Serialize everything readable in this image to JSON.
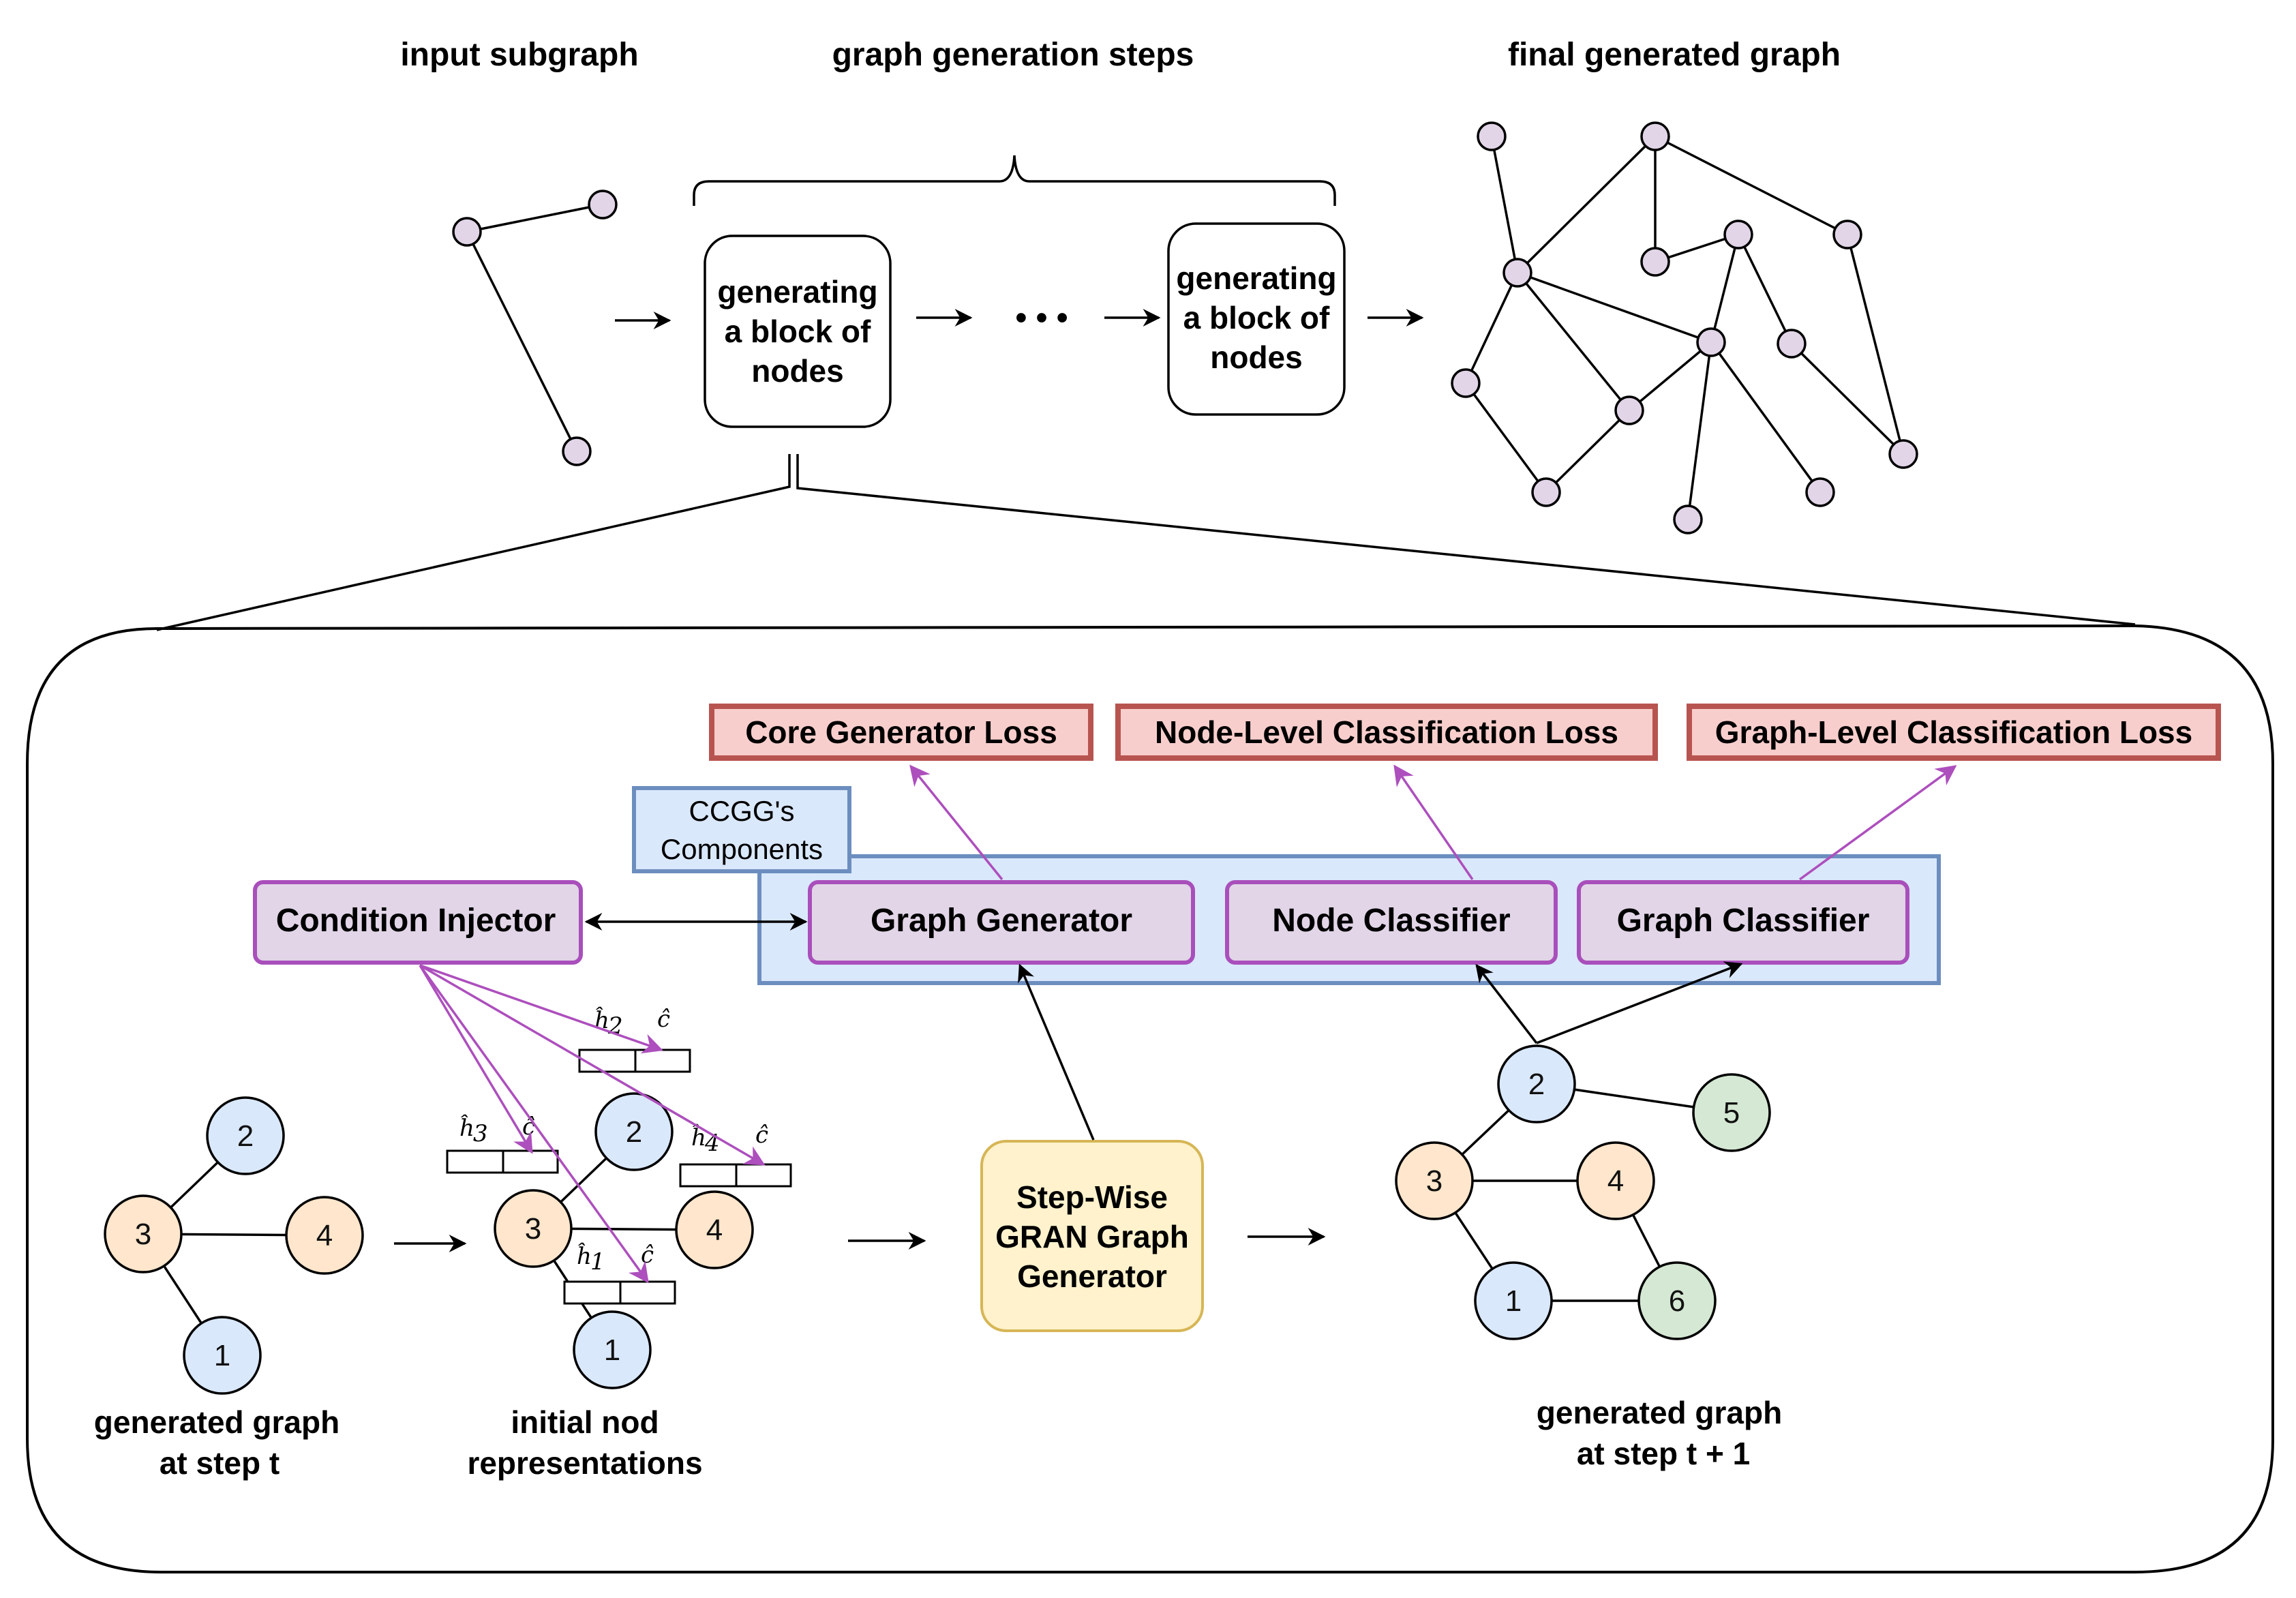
{
  "headers": {
    "input_subgraph": "input subgraph",
    "generation_steps": "graph generation steps",
    "final_graph": "final generated graph"
  },
  "step_box_1": [
    "generating",
    "a block of",
    "nodes"
  ],
  "step_box_2": [
    "generating",
    "a block of",
    "nodes"
  ],
  "ellipsis": "• • •",
  "losses": {
    "core": "Core Generator Loss",
    "node_level": "Node-Level Classification Loss",
    "graph_level": "Graph-Level Classification Loss"
  },
  "components_label": [
    "CCGG's",
    "Components"
  ],
  "modules": {
    "condition_injector": "Condition Injector",
    "graph_generator": "Graph Generator",
    "node_classifier": "Node Classifier",
    "graph_classifier": "Graph Classifier"
  },
  "gran_box": [
    "Step-Wise",
    "GRAN Graph",
    "Generator"
  ],
  "graph_t": {
    "nodes": [
      "1",
      "2",
      "3",
      "4"
    ],
    "caption": [
      "generated graph",
      "at step t"
    ]
  },
  "graph_init": {
    "nodes": [
      "1",
      "2",
      "3",
      "4"
    ],
    "caption": [
      "initial nod",
      "representations"
    ],
    "embeddings": [
      {
        "h": "ĥ",
        "sub": "2",
        "c": "ĉ"
      },
      {
        "h": "ĥ",
        "sub": "3",
        "c": "ĉ"
      },
      {
        "h": "ĥ",
        "sub": "4",
        "c": "ĉ"
      },
      {
        "h": "ĥ",
        "sub": "1",
        "c": "ĉ"
      }
    ]
  },
  "graph_t1": {
    "nodes": [
      "1",
      "2",
      "3",
      "4",
      "5",
      "6"
    ],
    "caption": [
      "generated graph",
      "at step t + 1"
    ]
  },
  "colors": {
    "node_top": "#e1d5e7",
    "node_blue": "#dae8fc",
    "node_orange": "#ffe6cc",
    "node_green": "#d5e8d4",
    "module_fill": "#e1d5e7",
    "module_stroke": "#a94fbb",
    "loss_fill": "#f8cecc",
    "loss_stroke": "#b85450",
    "components_fill": "#dae8fc",
    "components_stroke": "#6c8ebf",
    "gran_fill": "#fff2cc",
    "gran_stroke": "#d6b656",
    "arrow_purple": "#ad4fbd"
  }
}
